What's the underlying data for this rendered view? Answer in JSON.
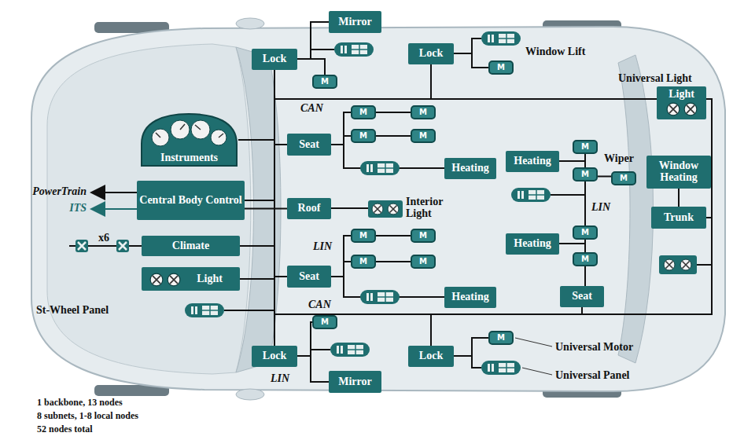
{
  "diagram": {
    "nodes": [
      {
        "text": [
          "Mirror"
        ]
      },
      {
        "text": [
          "Lock"
        ]
      },
      {
        "text": [
          "Lock"
        ]
      },
      {
        "text": [
          "M"
        ]
      },
      {
        "text": [
          "M"
        ]
      },
      {
        "text": [
          "Light"
        ]
      },
      {
        "text": [
          "Instruments"
        ]
      },
      {
        "text": [
          "Seat"
        ]
      },
      {
        "text": [
          "M"
        ]
      },
      {
        "text": [
          "M"
        ]
      },
      {
        "text": [
          "M"
        ]
      },
      {
        "text": [
          "M"
        ]
      },
      {
        "text": [
          "Heating"
        ]
      },
      {
        "text": [
          "Heating"
        ]
      },
      {
        "text": [
          "M"
        ]
      },
      {
        "text": [
          "M"
        ]
      },
      {
        "text": [
          "Window Heating"
        ]
      },
      {
        "text": [
          "M"
        ]
      },
      {
        "text": [
          "Central Body Control"
        ]
      },
      {
        "text": [
          "Roof"
        ]
      },
      {
        "text": [
          "Trunk"
        ]
      },
      {
        "text": [
          "Climate"
        ]
      },
      {
        "text": [
          "M"
        ]
      },
      {
        "text": [
          "M"
        ]
      },
      {
        "text": [
          "M"
        ]
      },
      {
        "text": [
          "Heating"
        ]
      },
      {
        "text": [
          "M"
        ]
      },
      {
        "text": [
          "M"
        ]
      },
      {
        "text": [
          "M"
        ]
      },
      {
        "text": [
          "Light"
        ]
      },
      {
        "text": [
          "Seat"
        ]
      },
      {
        "text": [
          "Heating"
        ]
      },
      {
        "text": [
          "Seat"
        ]
      },
      {
        "text": [
          "M"
        ]
      },
      {
        "text": [
          "M"
        ]
      },
      {
        "text": [
          "Lock"
        ]
      },
      {
        "text": [
          "Lock"
        ]
      },
      {
        "text": [
          "Mirror"
        ]
      }
    ],
    "edges": [
      {
        "from": 18,
        "to": 1,
        "arrow": "none"
      },
      {
        "from": 18,
        "to": 2,
        "arrow": "none"
      },
      {
        "from": 18,
        "to": 6,
        "arrow": "none"
      },
      {
        "from": 18,
        "to": 7,
        "arrow": "none"
      },
      {
        "from": 18,
        "to": 19,
        "arrow": "none"
      },
      {
        "from": 18,
        "to": 21,
        "arrow": "none"
      },
      {
        "from": 18,
        "to": 29,
        "arrow": "none"
      },
      {
        "from": 18,
        "to": 30,
        "arrow": "none"
      },
      {
        "from": 18,
        "to": 35,
        "arrow": "none"
      },
      {
        "from": 18,
        "to": 36,
        "arrow": "none"
      },
      {
        "from": 18,
        "to": 32,
        "arrow": "none"
      },
      {
        "from": 18,
        "to": 20,
        "arrow": "none"
      },
      {
        "from": 18,
        "to": 5,
        "arrow": "none"
      },
      {
        "from": 1,
        "to": 0,
        "arrow": "none"
      },
      {
        "from": 1,
        "to": 3,
        "arrow": "none"
      },
      {
        "from": 2,
        "to": 4,
        "arrow": "none"
      },
      {
        "from": 7,
        "to": 8,
        "arrow": "none"
      },
      {
        "from": 8,
        "to": 9,
        "arrow": "none"
      },
      {
        "from": 7,
        "to": 10,
        "arrow": "none"
      },
      {
        "from": 10,
        "to": 11,
        "arrow": "none"
      },
      {
        "from": 7,
        "to": 12,
        "arrow": "none"
      },
      {
        "from": 30,
        "to": 22,
        "arrow": "none"
      },
      {
        "from": 22,
        "to": 23,
        "arrow": "none"
      },
      {
        "from": 30,
        "to": 26,
        "arrow": "none"
      },
      {
        "from": 26,
        "to": 27,
        "arrow": "none"
      },
      {
        "from": 30,
        "to": 31,
        "arrow": "none"
      },
      {
        "from": 35,
        "to": 33,
        "arrow": "none"
      },
      {
        "from": 35,
        "to": 37,
        "arrow": "none"
      },
      {
        "from": 36,
        "to": 34,
        "arrow": "none"
      },
      {
        "from": 32,
        "to": 28,
        "arrow": "none"
      },
      {
        "from": 28,
        "to": 24,
        "arrow": "none"
      },
      {
        "from": 24,
        "to": 17,
        "arrow": "none"
      },
      {
        "from": 17,
        "to": 14,
        "arrow": "none"
      },
      {
        "from": 13,
        "to": 17,
        "arrow": "none"
      },
      {
        "from": 25,
        "to": 28,
        "arrow": "none"
      },
      {
        "from": 15,
        "to": 17,
        "arrow": "none"
      },
      {
        "from": 20,
        "to": 16,
        "arrow": "none"
      }
    ],
    "labels": [
      "Window Lift",
      "Universal Light",
      "CAN",
      "PowerTrain",
      "ITS",
      "Wiper",
      "Interior Light",
      "LIN",
      "x6",
      "LIN",
      "CAN",
      "St-Wheel Panel",
      "Universal Motor",
      "LIN",
      "Universal Panel",
      "1 backbone, 13 nodes",
      "8 subnets, 1-8 local nodes",
      "52 nodes total"
    ]
  }
}
